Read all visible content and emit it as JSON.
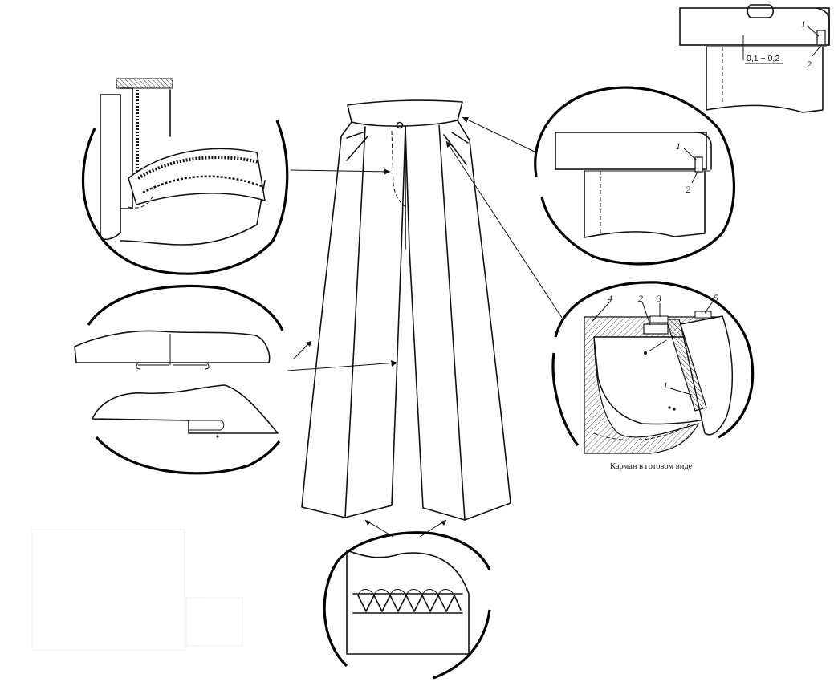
{
  "callouts": {
    "top_right_detail": {
      "label_1": "1",
      "label_2": "2",
      "dimension": "0,1 − 0,2"
    },
    "right_upper_circle": {
      "label_1": "1",
      "label_2": "2"
    },
    "pocket_circle": {
      "label_1": "1",
      "label_2": "2",
      "label_3": "3",
      "label_4": "4",
      "label_5": "5",
      "caption": "Карман в готовом виде"
    }
  },
  "colors": {
    "ink": "#111111",
    "background": "#ffffff",
    "hatch": "#555555"
  }
}
